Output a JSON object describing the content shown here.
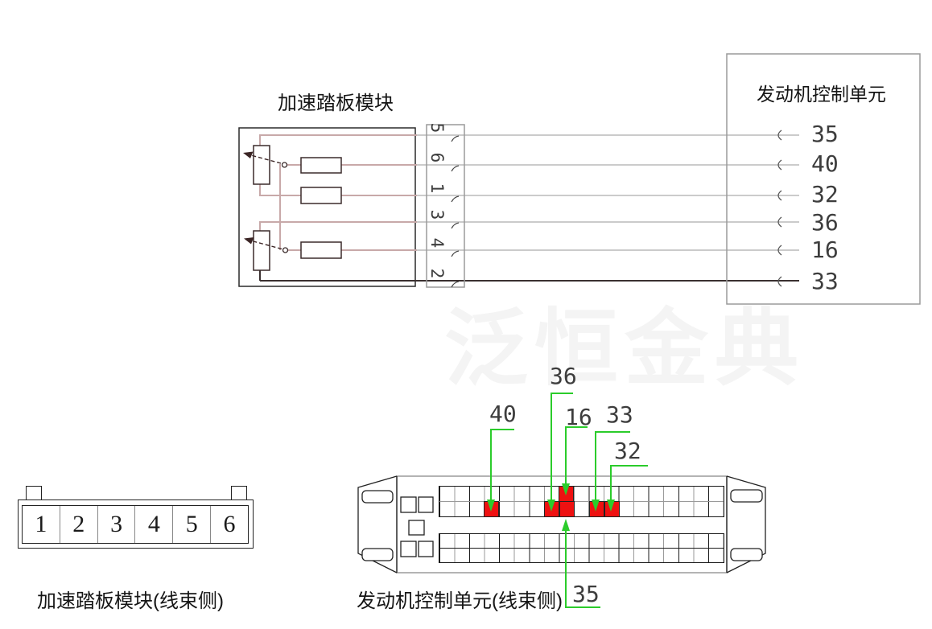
{
  "watermark": {
    "text": "泛恒金典"
  },
  "colors": {
    "highlight_red": "#ee1111",
    "callout_green": "#2bcc2b",
    "wire_gray": "#cbcbcb",
    "wire_rose": "#c8a9a9",
    "wire_dark": "#3a3030"
  },
  "top_diagram": {
    "pedal_module_label": "加速踏板模块",
    "inline_connector_pins": [
      "5",
      "6",
      "1",
      "3",
      "4",
      "2"
    ],
    "ecu_label": "发动机控制单元",
    "ecu_pins": [
      "35",
      "40",
      "32",
      "36",
      "16",
      "33"
    ]
  },
  "bottom_left_connector": {
    "label": "加速踏板模块(线束侧)",
    "pins": [
      "1",
      "2",
      "3",
      "4",
      "5",
      "6"
    ]
  },
  "bottom_right_connector": {
    "label": "发动机控制单元(线束侧)",
    "callouts": [
      "40",
      "36",
      "16",
      "33",
      "32",
      "35"
    ],
    "highlighted_pins": [
      "40",
      "36",
      "16",
      "35",
      "33",
      "32"
    ]
  }
}
